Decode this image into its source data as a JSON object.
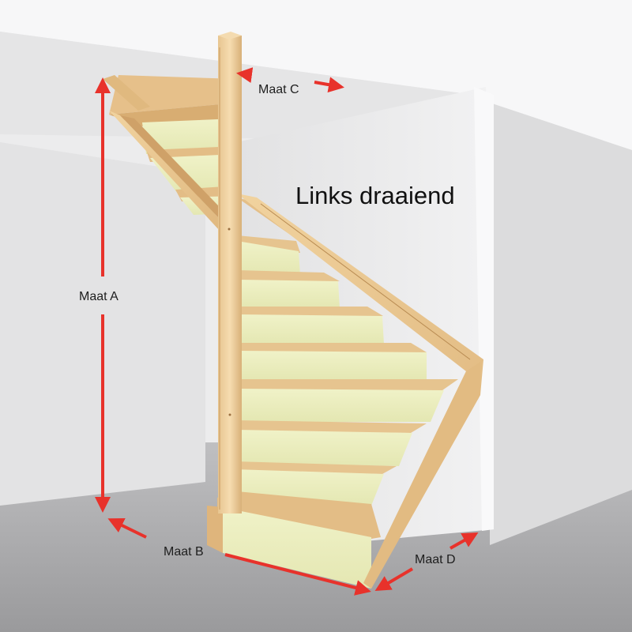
{
  "diagram": {
    "title": "Links draaiend",
    "dimensions": {
      "maat_a": "Maat A",
      "maat_b": "Maat B",
      "maat_c": "Maat C",
      "maat_d": "Maat D"
    },
    "colors": {
      "arrow": "#e8322b",
      "wood_light": "#f0d6a6",
      "wood_mid": "#dcb47a",
      "wood_dark": "#b88b52",
      "riser": "#eef0c0",
      "wall": "#ebebec",
      "floor": "#a9a9ab"
    }
  }
}
